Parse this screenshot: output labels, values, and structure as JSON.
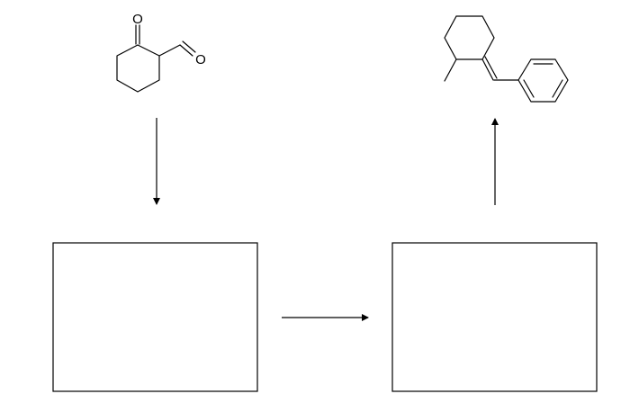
{
  "starting_material": {
    "name": "2-oxocyclohexane-1-carbaldehyde",
    "atom_labels": {
      "ketone_oxygen": "O",
      "aldehyde_oxygen": "O"
    }
  },
  "product": {
    "name": "2-benzylidene-1-methylcyclohexane"
  },
  "answer_boxes": [
    {
      "name": "intermediate-box-1",
      "value": ""
    },
    {
      "name": "intermediate-box-2",
      "value": ""
    }
  ],
  "arrows": [
    "down",
    "right",
    "up"
  ],
  "colors": {
    "line": "#000000",
    "background": "#ffffff"
  }
}
